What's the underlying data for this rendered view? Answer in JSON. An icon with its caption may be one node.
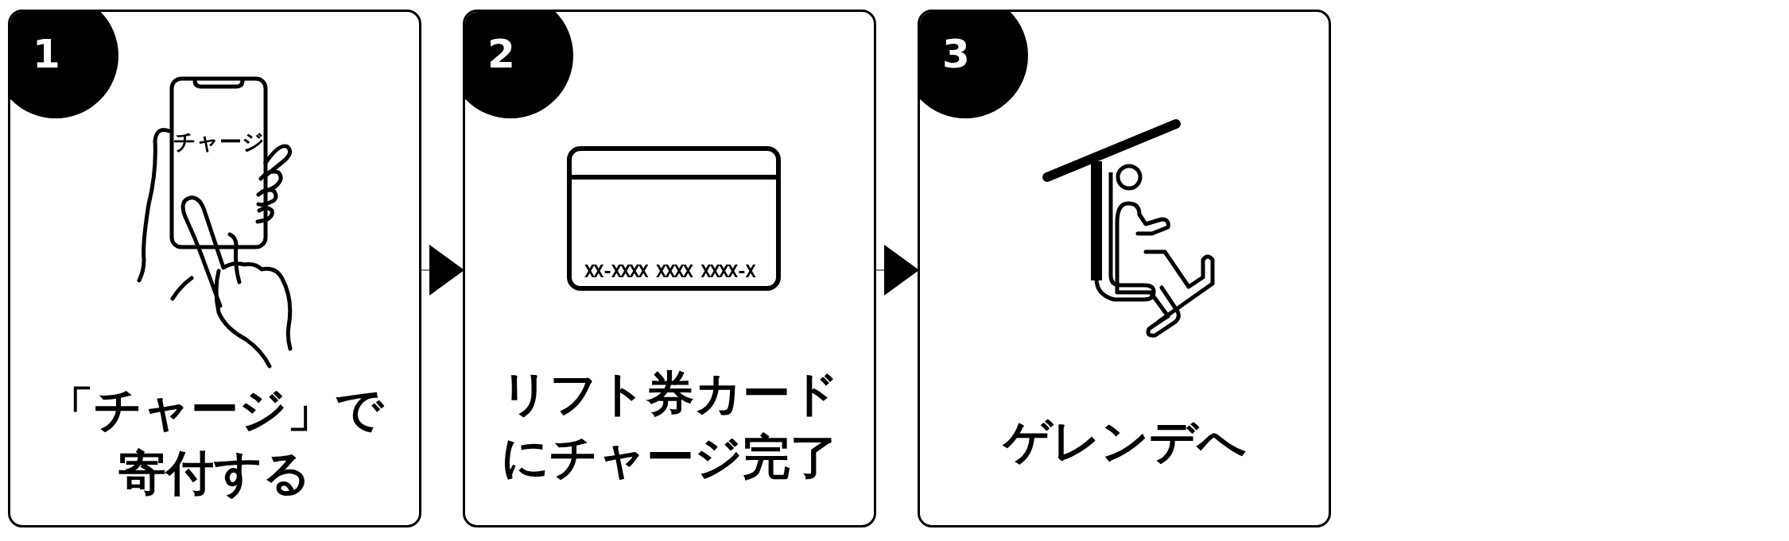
{
  "diagram": {
    "nodes": [
      {
        "text": [
          "1",
          "チャージ",
          "「チャージ」で寄付する"
        ]
      },
      {
        "text": [
          "2",
          "XX-XXXX XXXX XXXX-X",
          "リフト券カードにチャージ完了"
        ]
      },
      {
        "text": [
          "3",
          "ゲレンデへ"
        ]
      }
    ],
    "edges": [
      {
        "from": 0,
        "to": 1,
        "arrow": "to"
      },
      {
        "from": 1,
        "to": 2,
        "arrow": "to"
      }
    ]
  }
}
